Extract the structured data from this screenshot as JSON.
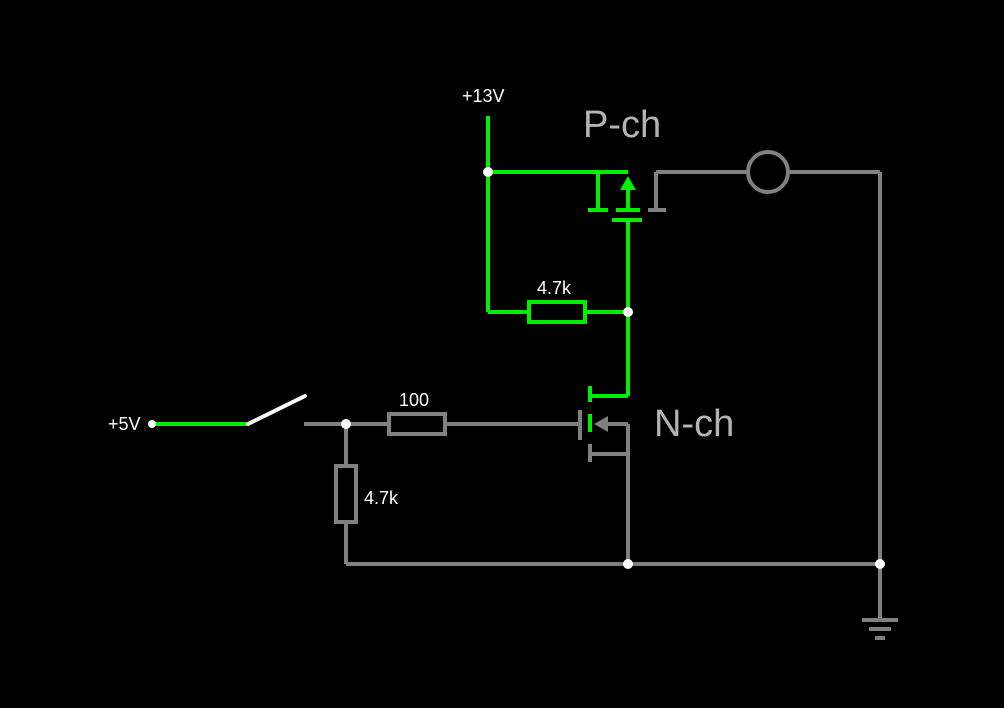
{
  "labels": {
    "supply_high": "+13V",
    "supply_low": "+5V",
    "pch": "P-ch",
    "nch": "N-ch",
    "r_pullup": "4.7k",
    "r_gate": "100",
    "r_pulldown": "4.7k"
  },
  "colors": {
    "background": "#000000",
    "active_wire": "#00ee00",
    "inactive_wire": "#808080",
    "switch": "#ffffff",
    "node": "#ffffff",
    "label": "#ffffff",
    "device_label": "#b4b4b4"
  },
  "icons": {
    "lamp": "circle-lamp-icon",
    "ground": "ground-icon",
    "switch": "open-switch-icon",
    "pch_mosfet": "p-channel-mosfet-icon",
    "nch_mosfet": "n-channel-mosfet-icon"
  }
}
